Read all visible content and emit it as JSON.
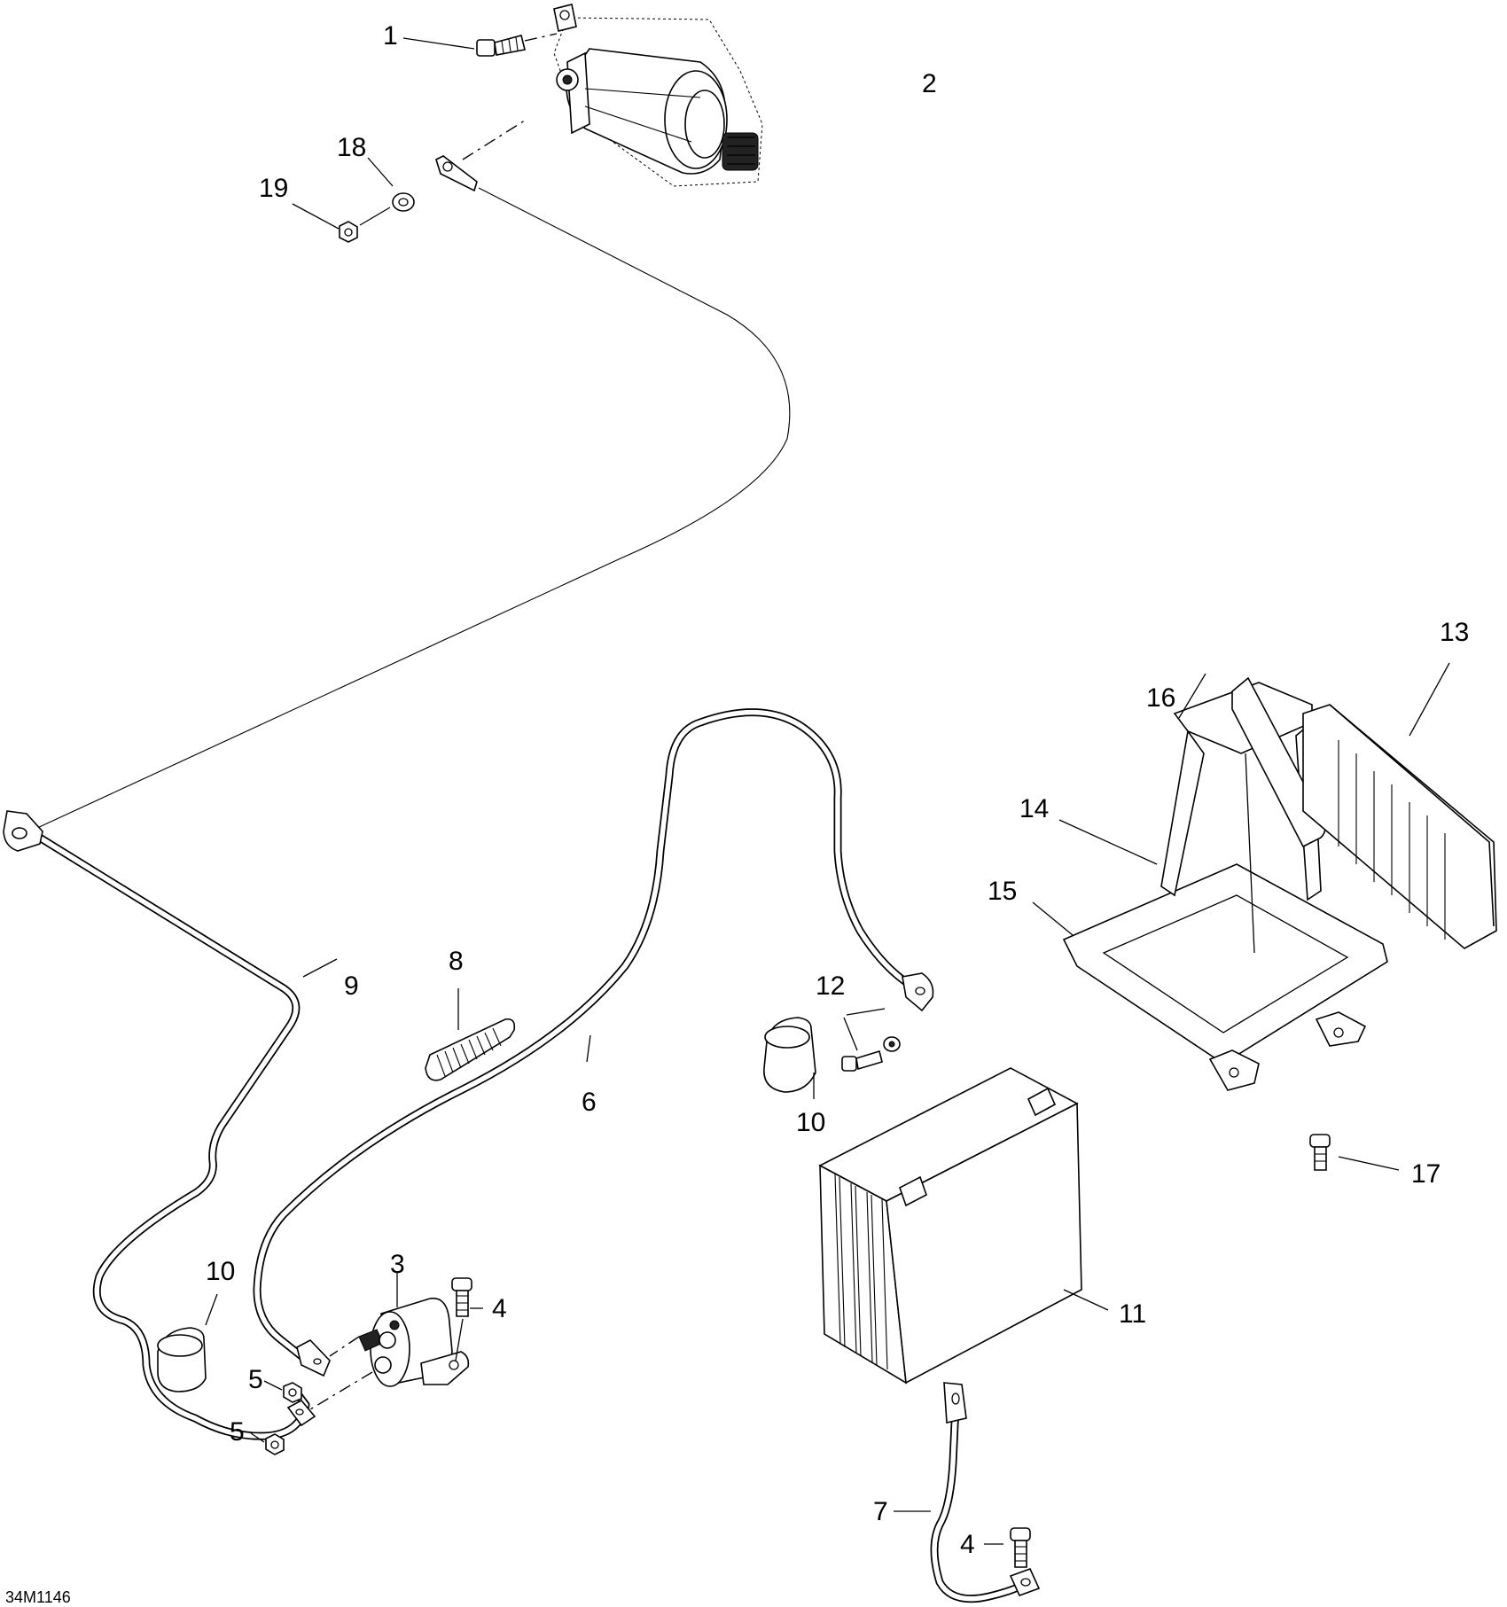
{
  "diagram": {
    "labels": [
      {
        "id": "l1",
        "text": "1"
      },
      {
        "id": "l2",
        "text": "2"
      },
      {
        "id": "l18",
        "text": "18"
      },
      {
        "id": "l19",
        "text": "19"
      },
      {
        "id": "l13",
        "text": "13"
      },
      {
        "id": "l16",
        "text": "16"
      },
      {
        "id": "l14",
        "text": "14"
      },
      {
        "id": "l15",
        "text": "15"
      },
      {
        "id": "l8",
        "text": "8"
      },
      {
        "id": "l9",
        "text": "9"
      },
      {
        "id": "l12",
        "text": "12"
      },
      {
        "id": "l6",
        "text": "6"
      },
      {
        "id": "l10a",
        "text": "10"
      },
      {
        "id": "l17",
        "text": "17"
      },
      {
        "id": "l10b",
        "text": "10"
      },
      {
        "id": "l3",
        "text": "3"
      },
      {
        "id": "l4a",
        "text": "4"
      },
      {
        "id": "l11",
        "text": "11"
      },
      {
        "id": "l5a",
        "text": "5"
      },
      {
        "id": "l5b",
        "text": "5"
      },
      {
        "id": "l7",
        "text": "7"
      },
      {
        "id": "l4b",
        "text": "4"
      }
    ],
    "code": "34M1146"
  }
}
